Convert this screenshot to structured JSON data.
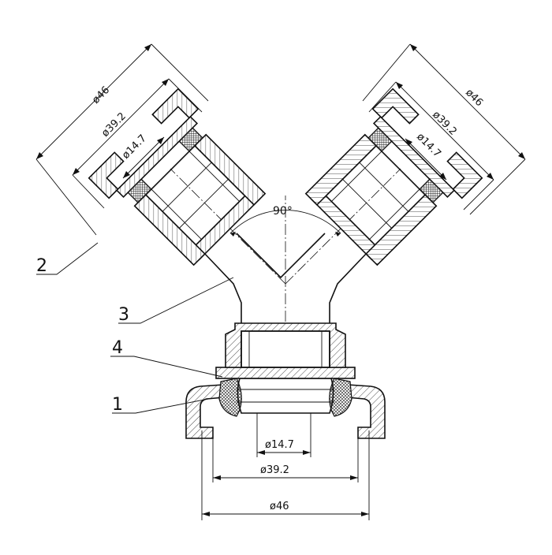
{
  "drawing": {
    "angle_label": "90°",
    "callouts": [
      {
        "id": "part-1",
        "number": "1"
      },
      {
        "id": "part-2",
        "number": "2"
      },
      {
        "id": "part-3",
        "number": "3"
      },
      {
        "id": "part-4",
        "number": "4"
      }
    ],
    "dimensions": {
      "bottom": {
        "outer": "ø46",
        "middle": "ø39.2",
        "inner": "ø14.7"
      },
      "left_branch": {
        "outer": "ø46",
        "middle": "ø39.2",
        "inner": "ø14.7"
      },
      "right_branch": {
        "outer": "ø46",
        "middle": "ø39.2",
        "inner": "ø14.7"
      }
    }
  }
}
